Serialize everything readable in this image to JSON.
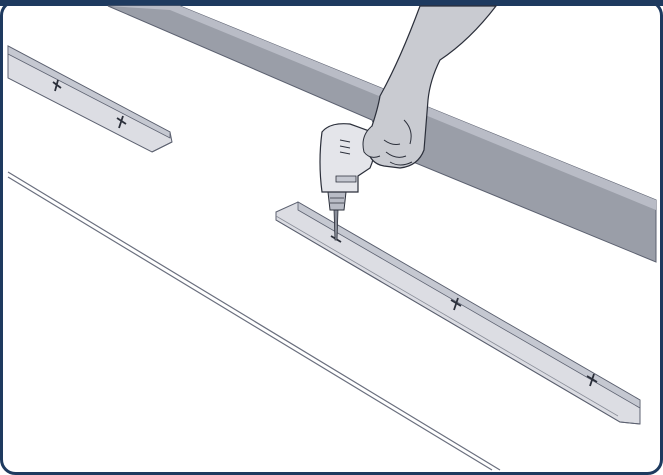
{
  "palette": {
    "header_bar": "#1e3a5f",
    "frame_border": "#1e3a5f",
    "background": "#ffffff",
    "channel_light": "#dcdde3",
    "channel_mid": "#b9bcc6",
    "wall_rail": "#9a9ea8",
    "outline": "#5c6170",
    "hand_fill": "#c9cbd1",
    "drill_fill": "#e4e5ea",
    "marks": "#2b2f3a"
  },
  "illustration": {
    "rails": [
      "upper-left-channel",
      "main-channel",
      "wall-rail"
    ],
    "drill_marks_upper": 2,
    "drill_marks_main": 3,
    "icons": [
      "drill-icon",
      "hand-icon",
      "x-mark-icon"
    ]
  }
}
